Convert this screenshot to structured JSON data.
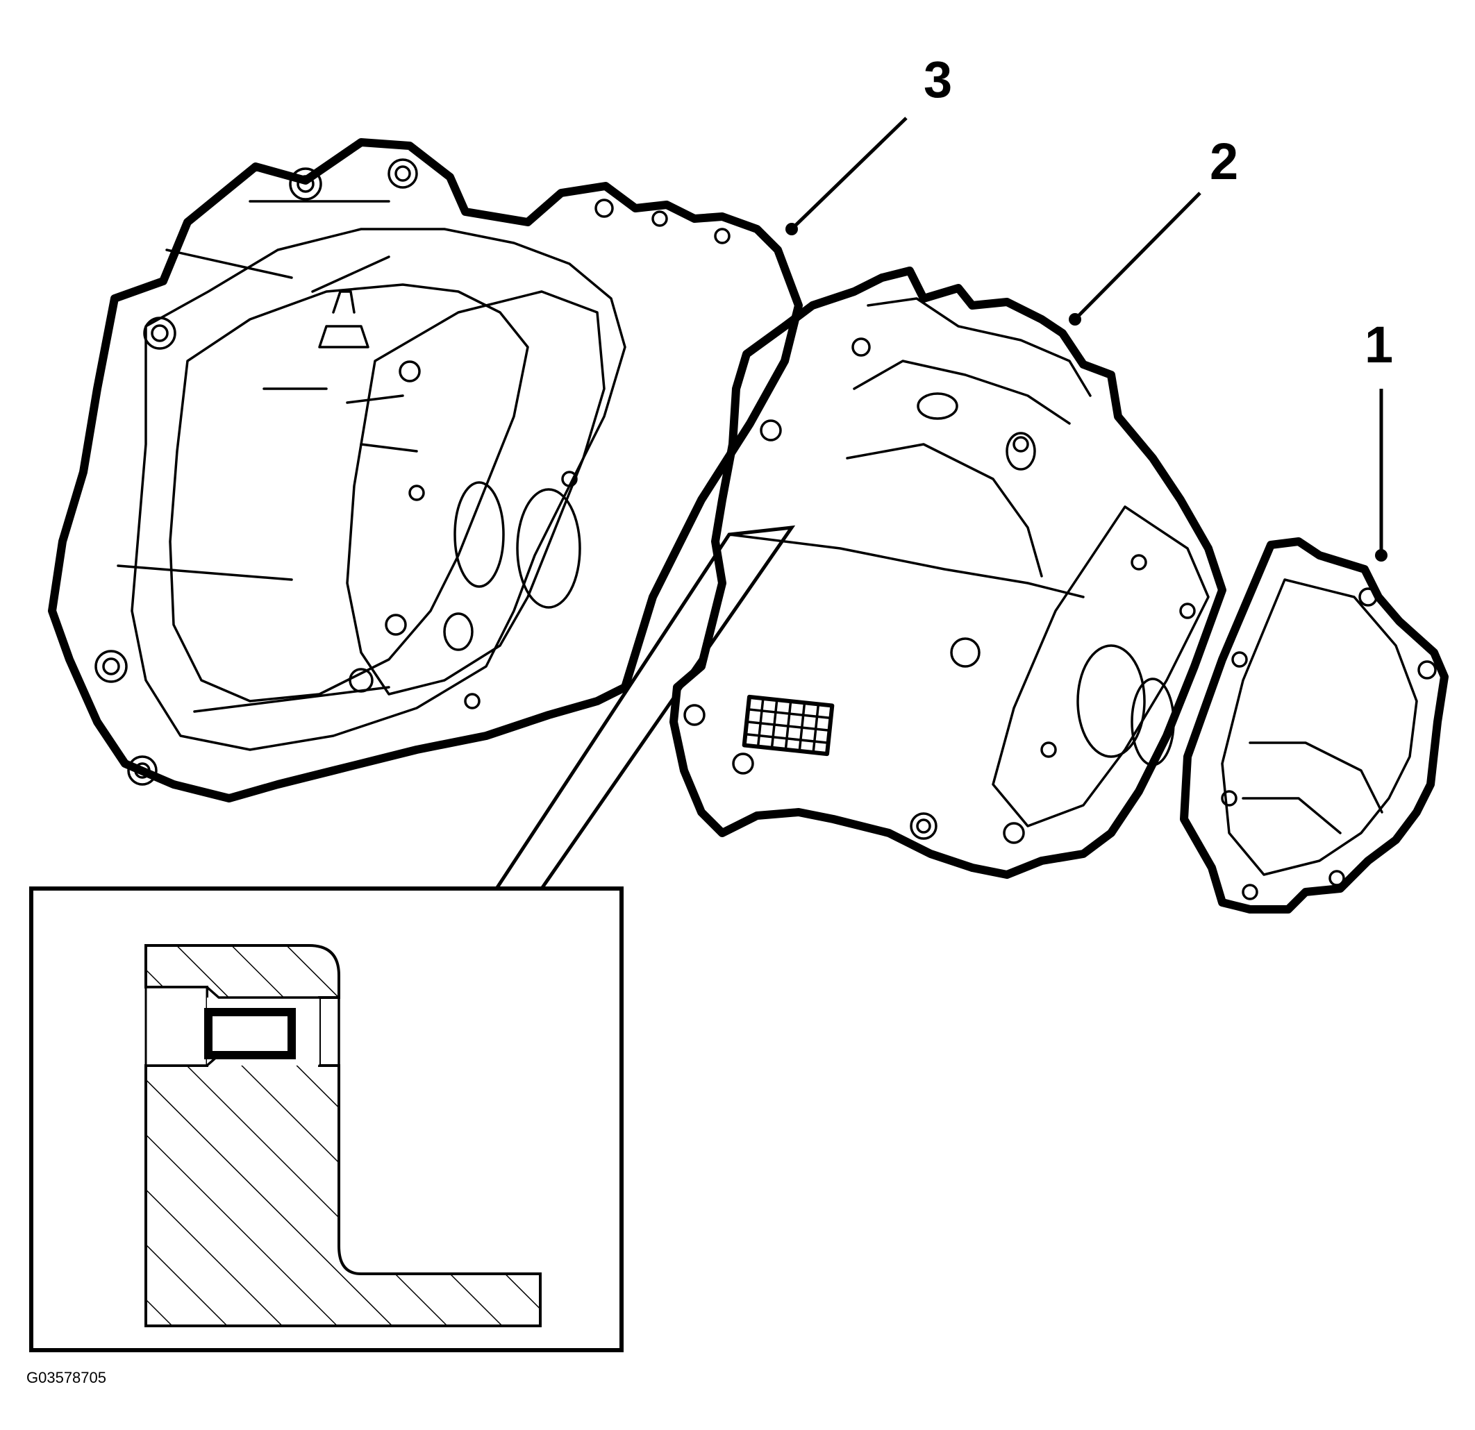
{
  "figure_id": "G03578705",
  "callouts": [
    {
      "label": "1"
    },
    {
      "label": "2"
    },
    {
      "label": "3"
    }
  ]
}
